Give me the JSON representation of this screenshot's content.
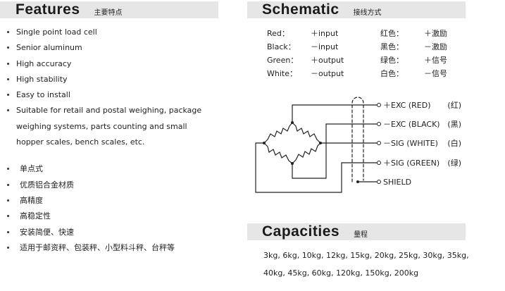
{
  "features": {
    "title": "Features",
    "subtitle": "主要特点",
    "en_items": [
      {
        "lines": [
          "Single point load cell"
        ]
      },
      {
        "lines": [
          "Senior aluminum"
        ]
      },
      {
        "lines": [
          "High accuracy"
        ]
      },
      {
        "lines": [
          "High stability"
        ]
      },
      {
        "lines": [
          "Easy to install"
        ]
      },
      {
        "lines": [
          "Suitable for retail and postal weighing, package",
          "weighing systems, parts counting and small",
          "hopper scales, bench scales, etc."
        ]
      }
    ],
    "cn_items": [
      "单点式",
      "优质铝合金材质",
      "高精度",
      "高稳定性",
      "安装简便、快速",
      "适用于邮资秤、包装秤、小型料斗秤、台秤等"
    ]
  },
  "schematic": {
    "title": "Schematic",
    "subtitle": "接线方式",
    "wiring": [
      {
        "color": "Red：",
        "signal": "＋input",
        "cn_color": "红色：",
        "cn_signal": "＋激励"
      },
      {
        "color": "Black：",
        "signal": "－input",
        "cn_color": "黑色：",
        "cn_signal": "－激励"
      },
      {
        "color": "Green：",
        "signal": "＋output",
        "cn_color": "绿色：",
        "cn_signal": "＋信号"
      },
      {
        "color": "White：",
        "signal": "－output",
        "cn_color": "白色：",
        "cn_signal": "－信号"
      }
    ],
    "terminals": [
      {
        "label": "＋EXC (RED)",
        "cn": "(红)"
      },
      {
        "label": "－EXC (BLACK)",
        "cn": "(黑)"
      },
      {
        "label": "－SIG (WHITE)",
        "cn": "(白)"
      },
      {
        "label": "＋SIG (GREEN)",
        "cn": "(绿)"
      },
      {
        "label": "SHIELD",
        "cn": ""
      }
    ]
  },
  "capacities": {
    "title": "Capacities",
    "subtitle": "量程",
    "lines": [
      "3kg, 6kg, 10kg, 12kg, 15kg, 20kg, 25kg, 30kg, 35kg,",
      "40kg, 45kg, 60kg, 120kg, 150kg, 200kg"
    ]
  }
}
